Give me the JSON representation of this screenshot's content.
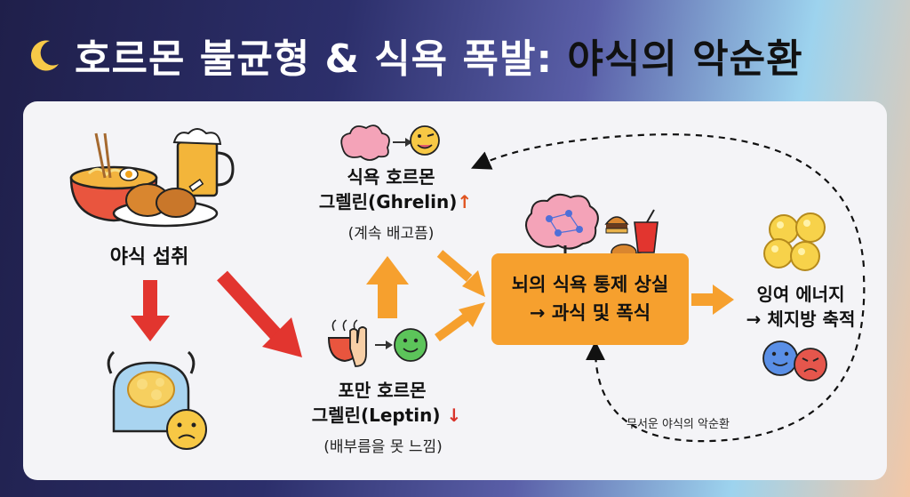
{
  "title": {
    "part1": "호르몬 불균형 & 식욕 폭발: ",
    "part2": "야식의 악순환"
  },
  "nodes": {
    "night_eating": "야식 섭취",
    "ghrelin_line1": "식욕 호르몬",
    "ghrelin_line2": "그렐린(Ghrelin)",
    "ghrelin_arrow": "↑",
    "ghrelin_sub": "(계속 배고픔)",
    "leptin_line1": "포만 호르몬",
    "leptin_line2": "그렐린(Leptin)",
    "leptin_arrow": "↓",
    "leptin_sub": "(배부름을 못 느낌)",
    "brain_line1": "뇌의 식욕 통제 상실",
    "brain_line2": "→ 과식 및 폭식",
    "energy_line1": "잉여 에너지",
    "energy_line2": "→ 체지방 축적"
  },
  "caption": "무서운 야식의 악순환",
  "colors": {
    "red_arrow": "#e2352f",
    "orange": "#f6a02e",
    "up_arrow": "#e0531f",
    "down_arrow": "#d9342b"
  },
  "icons": [
    "moon-icon",
    "ramen-icon",
    "beer-icon",
    "chicken-icon",
    "stomach-person-icon",
    "sad-face-icon",
    "pink-cloud-icon",
    "tongue-face-icon",
    "bowl-hand-icon",
    "green-smile-icon",
    "brain-icon",
    "burger-icon",
    "drink-icon",
    "fat-cells-icon",
    "happy-face-icon",
    "angry-face-icon"
  ]
}
